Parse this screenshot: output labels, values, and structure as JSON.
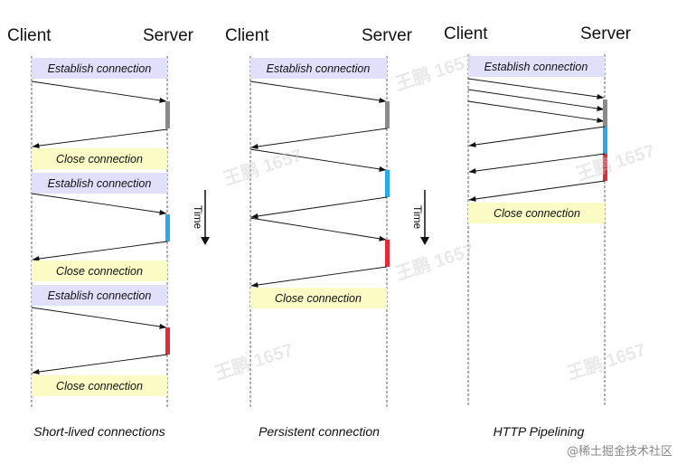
{
  "colors": {
    "establish_bg": "#e0e0fb",
    "close_bg": "#fbfbc6",
    "proc_gray": "#8a8a8a",
    "proc_blue": "#28a9e8",
    "proc_red": "#e02c38",
    "watermark": "#cfcfcf"
  },
  "time_label": "Time",
  "panels": [
    {
      "client_label": "Client",
      "server_label": "Server",
      "caption": "Short-lived connections",
      "boxes": [
        {
          "type": "establish",
          "text": "Establish connection"
        },
        {
          "type": "close",
          "text": "Close connection"
        },
        {
          "type": "establish",
          "text": "Establish connection"
        },
        {
          "type": "close",
          "text": "Close connection"
        },
        {
          "type": "establish",
          "text": "Establish connection"
        },
        {
          "type": "close",
          "text": "Close connection"
        }
      ]
    },
    {
      "client_label": "Client",
      "server_label": "Server",
      "caption": "Persistent connection",
      "boxes": [
        {
          "type": "establish",
          "text": "Establish connection"
        },
        {
          "type": "close",
          "text": "Close connection"
        }
      ]
    },
    {
      "client_label": "Client",
      "server_label": "Server",
      "caption": "HTTP Pipelining",
      "boxes": [
        {
          "type": "establish",
          "text": "Establish connection"
        },
        {
          "type": "close",
          "text": "Close connection"
        }
      ]
    }
  ],
  "watermark_text": "王鹏 1657",
  "credit": "@稀土掘金技术社区"
}
